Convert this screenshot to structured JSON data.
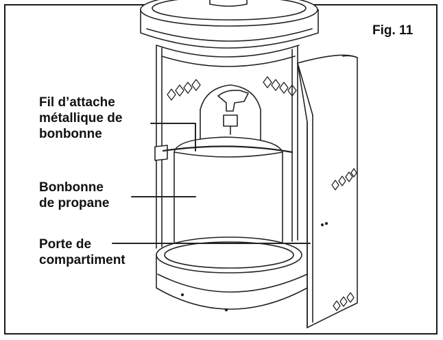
{
  "figure": {
    "title": "Fig. 11",
    "labels": {
      "wire": {
        "line1": "Fil d’attache",
        "line2": "métallique de",
        "line3": "bonbonne"
      },
      "tank": {
        "line1": "Bonbonne",
        "line2": "de propane"
      },
      "door": {
        "line1": "Porte de",
        "line2": "compartiment"
      }
    }
  },
  "colors": {
    "line": "#222222",
    "fill": "#ffffff",
    "shade": "#e8e8e8"
  }
}
